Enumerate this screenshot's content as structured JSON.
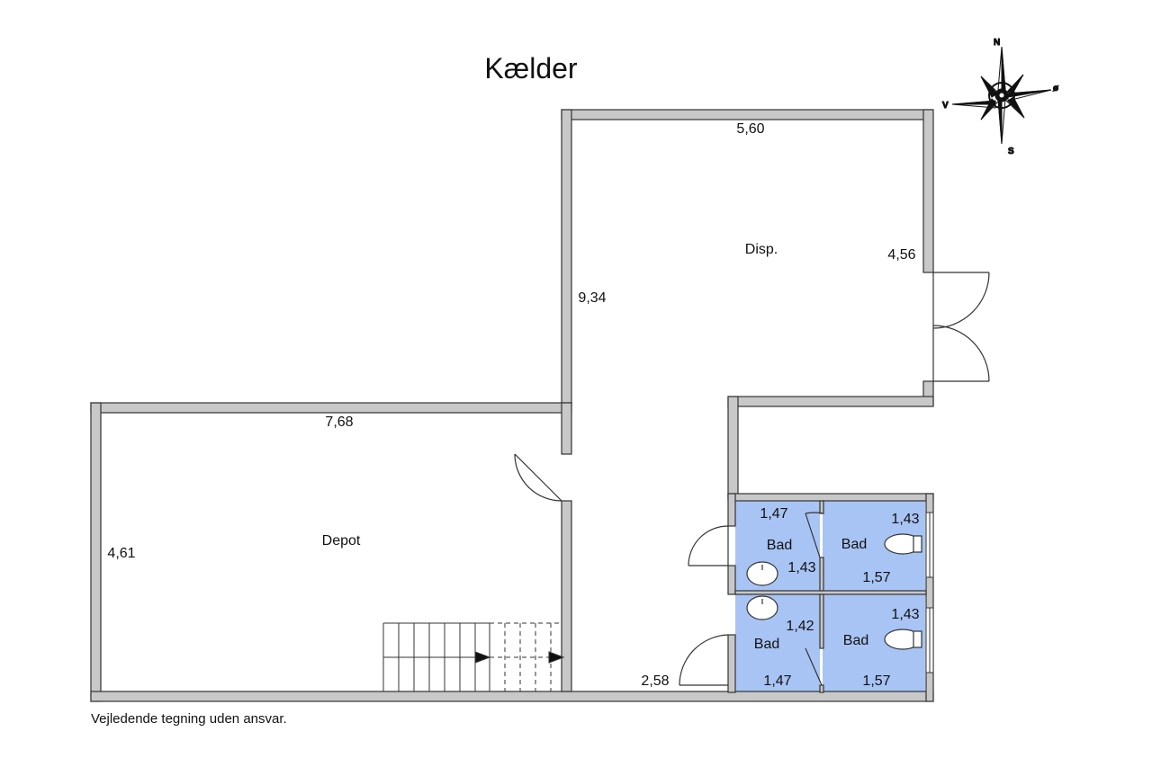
{
  "title": "Kælder",
  "disclaimer": "Vejledende tegning uden ansvar.",
  "compass": {
    "n": "N",
    "s": "S",
    "e": "ø",
    "w": "V"
  },
  "colors": {
    "wall": "#c8c8c8",
    "bathroom": "#a8c4f4",
    "line": "#333333"
  },
  "rooms": {
    "disp": "Disp.",
    "depot": "Depot",
    "bad1": "Bad",
    "bad2": "Bad",
    "bad3": "Bad",
    "bad4": "Bad"
  },
  "dimensions": {
    "disp_width": "5,60",
    "disp_height": "4,56",
    "corridor_length": "9,34",
    "depot_width": "7,68",
    "depot_height": "4,61",
    "hall_width": "2,58",
    "bad1_top": "1,47",
    "bad1_side": "1,43",
    "bad2_side": "1,43",
    "bad2_bottom": "1,57",
    "bad3_side": "1,42",
    "bad3_bottom": "1,47",
    "bad4_side": "1,43",
    "bad4_bottom": "1,57"
  }
}
